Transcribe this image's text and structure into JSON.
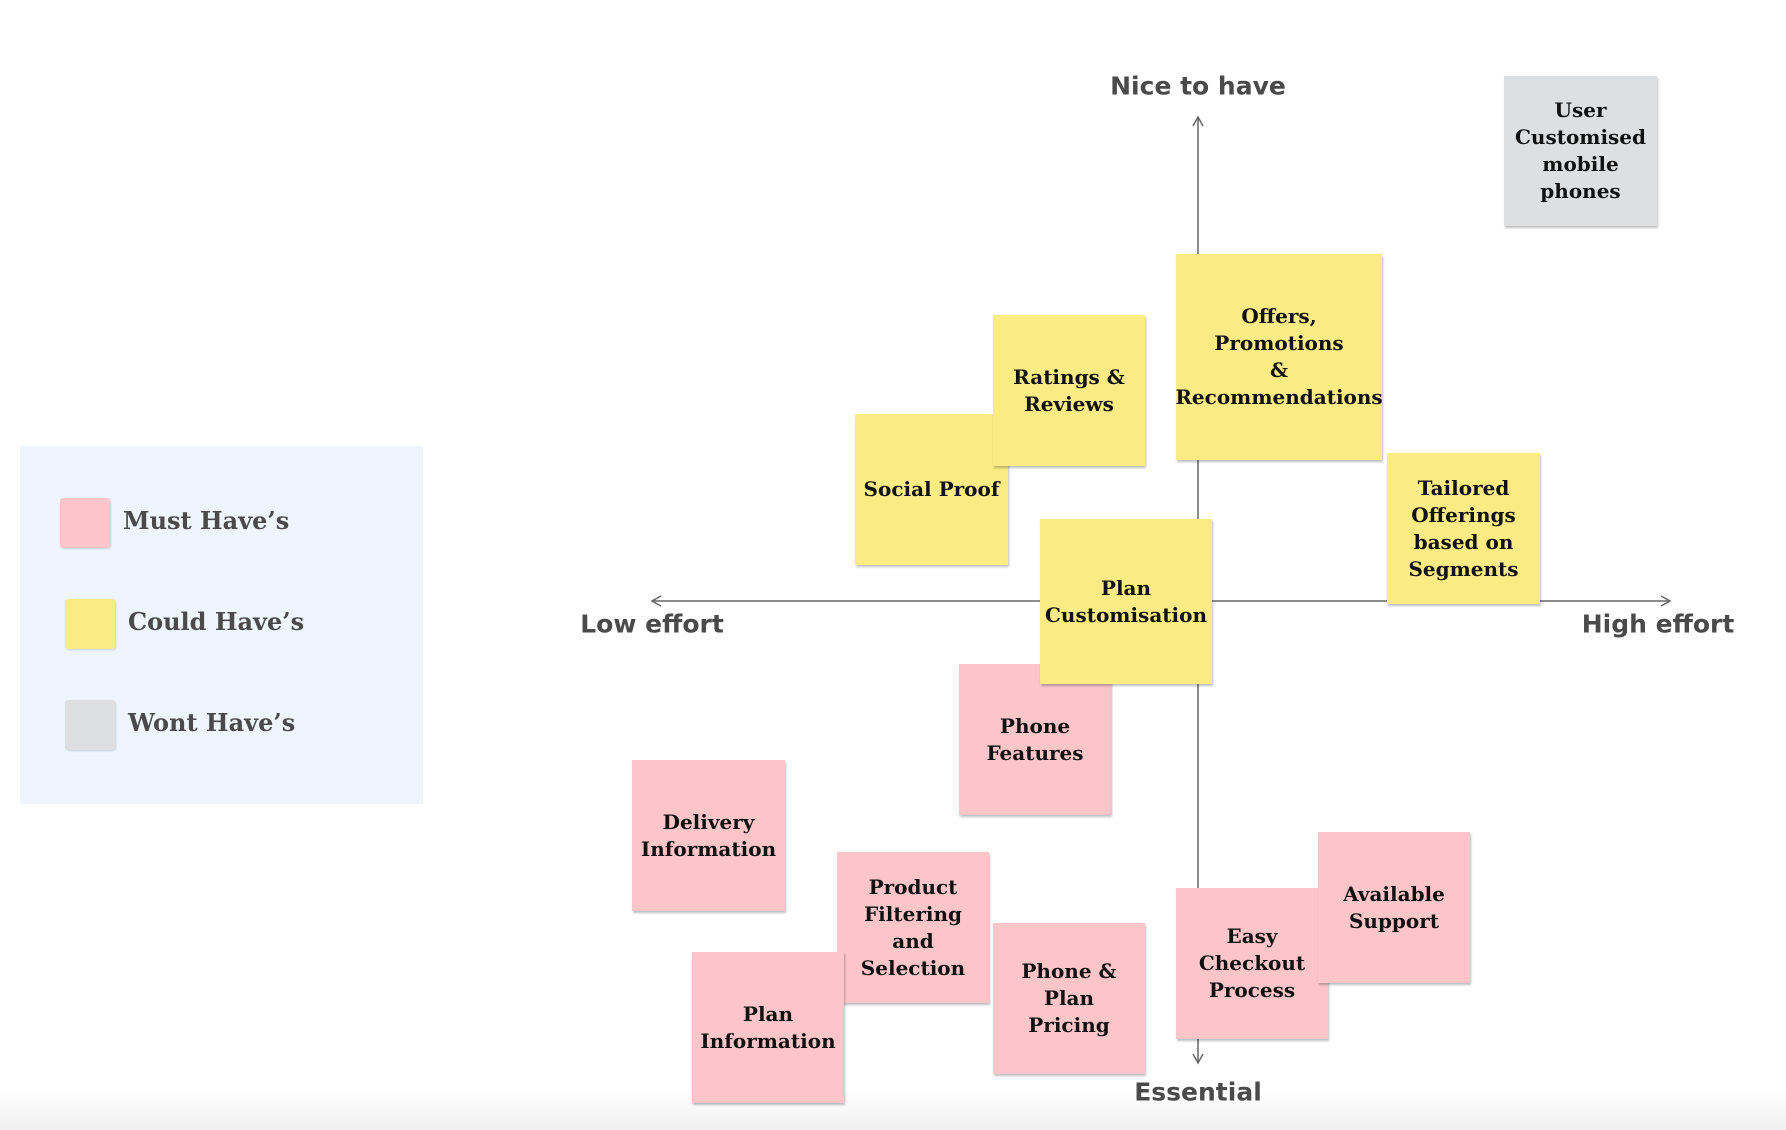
{
  "colors": {
    "must": "#fcc5c9",
    "could": "#fbeb85",
    "wont": "#dedfe0",
    "legend_bg": "#eef5fe",
    "axis": "#666666"
  },
  "axes": {
    "top": "Nice to have",
    "bottom": "Essential",
    "left": "Low effort",
    "right": "High effort"
  },
  "legend": [
    {
      "category": "must",
      "label": "Must Have’s"
    },
    {
      "category": "could",
      "label": "Could Have’s"
    },
    {
      "category": "wont",
      "label": "Wont Have’s"
    }
  ],
  "notes": {
    "user_customised_mobile_phones": {
      "category": "wont",
      "lines": [
        "User",
        "Customised",
        "mobile",
        "phones"
      ]
    },
    "offers_promotions": {
      "category": "could",
      "lines": [
        "Offers, Promotions",
        "&",
        "Recommendations"
      ]
    },
    "ratings_reviews": {
      "category": "could",
      "lines": [
        "Ratings &",
        "Reviews"
      ]
    },
    "social_proof": {
      "category": "could",
      "lines": [
        "Social Proof"
      ]
    },
    "tailored_offerings": {
      "category": "could",
      "lines": [
        "Tailored",
        "Offerings",
        "based on",
        "Segments"
      ]
    },
    "plan_customisation": {
      "category": "could",
      "lines": [
        "Plan",
        "Customisation"
      ]
    },
    "phone_features": {
      "category": "must",
      "lines": [
        "Phone",
        "Features"
      ]
    },
    "delivery_information": {
      "category": "must",
      "lines": [
        "Delivery",
        "Information"
      ]
    },
    "product_filtering": {
      "category": "must",
      "lines": [
        "Product",
        "Filtering and",
        "Selection"
      ]
    },
    "plan_information": {
      "category": "must",
      "lines": [
        "Plan",
        "Information"
      ]
    },
    "phone_plan_pricing": {
      "category": "must",
      "lines": [
        "Phone  & Plan",
        "Pricing"
      ]
    },
    "easy_checkout": {
      "category": "must",
      "lines": [
        "Easy",
        "Checkout",
        "Process"
      ]
    },
    "available_support": {
      "category": "must",
      "lines": [
        "Available",
        "Support"
      ]
    }
  }
}
